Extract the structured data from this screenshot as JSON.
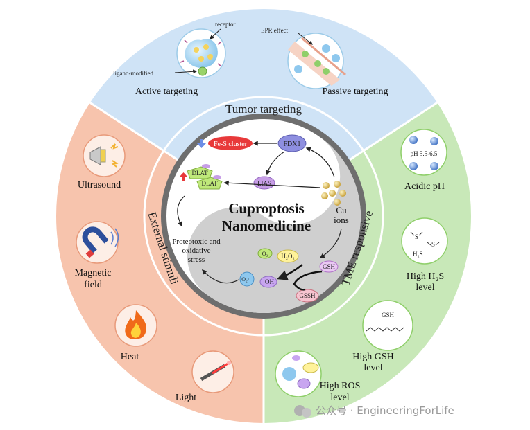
{
  "center": {
    "title_line1": "Cuproptosis",
    "title_line2": "Nanomedicine"
  },
  "sections": {
    "top": "Tumor targeting",
    "left": "External stimuli",
    "right": "TME responsive"
  },
  "targeting": {
    "active": "Active targeting",
    "passive": "Passive targeting",
    "receptor": "receptor",
    "ligand": "ligand-modified",
    "epr": "EPR effect"
  },
  "stimuli": {
    "ultrasound": "Ultrasound",
    "magnetic_line1": "Magnetic",
    "magnetic_line2": "field",
    "heat": "Heat",
    "light": "Light"
  },
  "tme": {
    "acidic": "Acidic pH",
    "ph_range": "pH 5.5-6.5",
    "h2s_line1": "High H₂S",
    "h2s_line2": "level",
    "gsh_line1": "High GSH",
    "gsh_line2": "level",
    "ros_line1": "High ROS",
    "ros_line2": "level",
    "gsh_mol": "GSH"
  },
  "mechanism": {
    "fes": "Fe-S cluster",
    "fdx1": "FDX1",
    "lias": "LIAS",
    "dlat": "DLAT",
    "cu_line1": "Cu",
    "cu_line2": "ions",
    "stress_line1": "Proteotoxic and",
    "stress_line2": "oxidative",
    "stress_line3": "stress",
    "o2": "O₂",
    "h2o2": "H₂O₂",
    "o2rad": "O₂·⁻",
    "oh": "·OH",
    "gsh": "GSH",
    "gssh": "GSSH"
  },
  "watermark": "公众号 · EngineeringForLife",
  "colors": {
    "top_band": "#cfe3f6",
    "left_band": "#f7c4ad",
    "right_band": "#c8e8b8",
    "inner_gray": "#cfcfcf",
    "fes_red": "#e8393a",
    "fdx1_blue": "#8e8fe0",
    "lias_purple": "#c79ee6",
    "dlat_green": "#bfe87a",
    "cu_gold": "#d9b84a"
  }
}
